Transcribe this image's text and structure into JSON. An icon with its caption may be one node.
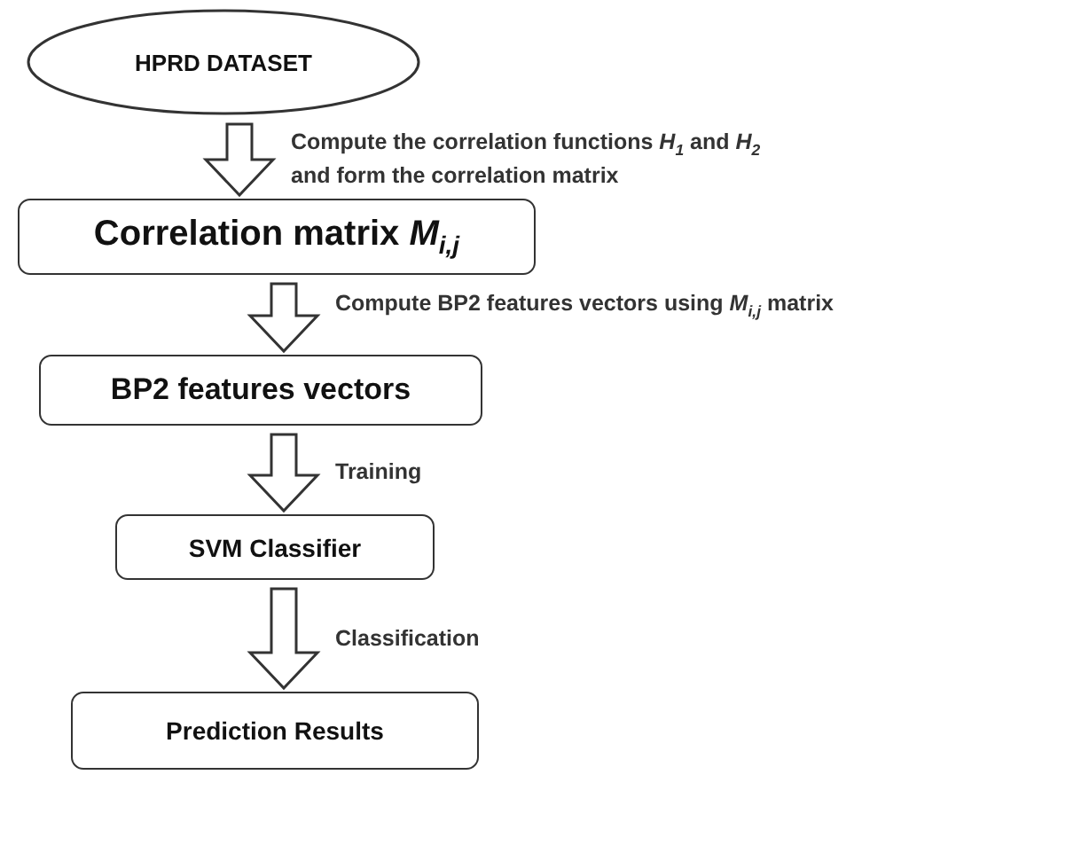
{
  "diagram": {
    "nodes": [
      {
        "text": [
          "HPRD DATASET"
        ]
      },
      {
        "text": [
          "Correlation matrix *M*$_{i,j}$"
        ]
      },
      {
        "text": [
          "BP2 features vectors"
        ]
      },
      {
        "text": [
          "SVM Classifier"
        ]
      },
      {
        "text": [
          "Prediction Results"
        ]
      }
    ],
    "edges": [
      {
        "from": 0,
        "to": 1,
        "arrow": "to",
        "label": "Compute the correlation functions *H*$_{1}$ and *H*$_{2}$ and form the correlation matrix"
      },
      {
        "from": 1,
        "to": 2,
        "arrow": "to",
        "label": "Compute BP2 features vectors using *M*$_{i,j}$ matrix"
      },
      {
        "from": 2,
        "to": 3,
        "arrow": "to",
        "label": "Training"
      },
      {
        "from": 3,
        "to": 4,
        "arrow": "to",
        "label": "Classification"
      }
    ]
  }
}
